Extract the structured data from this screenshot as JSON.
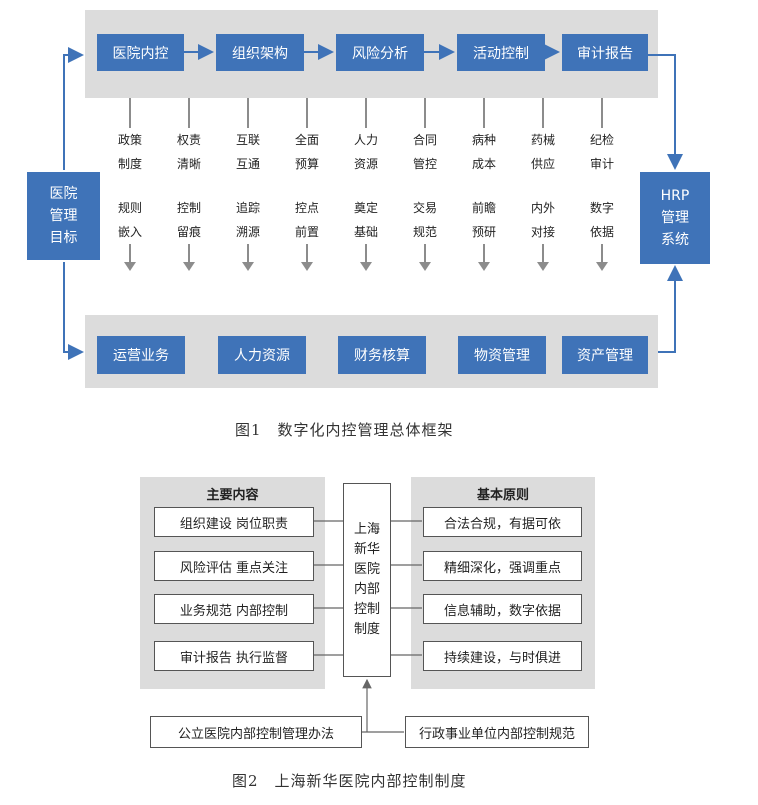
{
  "fig1": {
    "top_row": [
      "医院内控",
      "组织架构",
      "风险分析",
      "活动控制",
      "审计报告"
    ],
    "bottom_row": [
      "运营业务",
      "人力资源",
      "财务核算",
      "物资管理",
      "资产管理"
    ],
    "left_box": [
      "医院",
      "管理",
      "目标"
    ],
    "right_box": [
      "HRP",
      "管理",
      "系统"
    ],
    "columns": [
      {
        "a": [
          "政策",
          "制度"
        ],
        "b": [
          "规则",
          "嵌入"
        ]
      },
      {
        "a": [
          "权责",
          "清晰"
        ],
        "b": [
          "控制",
          "留痕"
        ]
      },
      {
        "a": [
          "互联",
          "互通"
        ],
        "b": [
          "追踪",
          "溯源"
        ]
      },
      {
        "a": [
          "全面",
          "预算"
        ],
        "b": [
          "控点",
          "前置"
        ]
      },
      {
        "a": [
          "人力",
          "资源"
        ],
        "b": [
          "奠定",
          "基础"
        ]
      },
      {
        "a": [
          "合同",
          "管控"
        ],
        "b": [
          "交易",
          "规范"
        ]
      },
      {
        "a": [
          "病种",
          "成本"
        ],
        "b": [
          "前瞻",
          "预研"
        ]
      },
      {
        "a": [
          "药械",
          "供应"
        ],
        "b": [
          "内外",
          "对接"
        ]
      },
      {
        "a": [
          "纪检",
          "审计"
        ],
        "b": [
          "数字",
          "依据"
        ]
      }
    ],
    "caption": "图1　数字化内控管理总体框架",
    "colors": {
      "blue": "#3f73b8",
      "panel": "#dcdcdc",
      "line": "#8c8c8c"
    }
  },
  "fig2": {
    "left_title": "主要内容",
    "left_items": [
      "组织建设 岗位职责",
      "风险评估 重点关注",
      "业务规范 内部控制",
      "审计报告 执行监督"
    ],
    "center": [
      "上海",
      "新华",
      "医院",
      "内部",
      "控制",
      "制度"
    ],
    "right_title": "基本原则",
    "right_items": [
      "合法合规，有据可依",
      "精细深化，强调重点",
      "信息辅助，数字依据",
      "持续建设，与时俱进"
    ],
    "bottom_left": "公立医院内部控制管理办法",
    "bottom_right": "行政事业单位内部控制规范",
    "caption": "图2　上海新华医院内部控制制度"
  }
}
